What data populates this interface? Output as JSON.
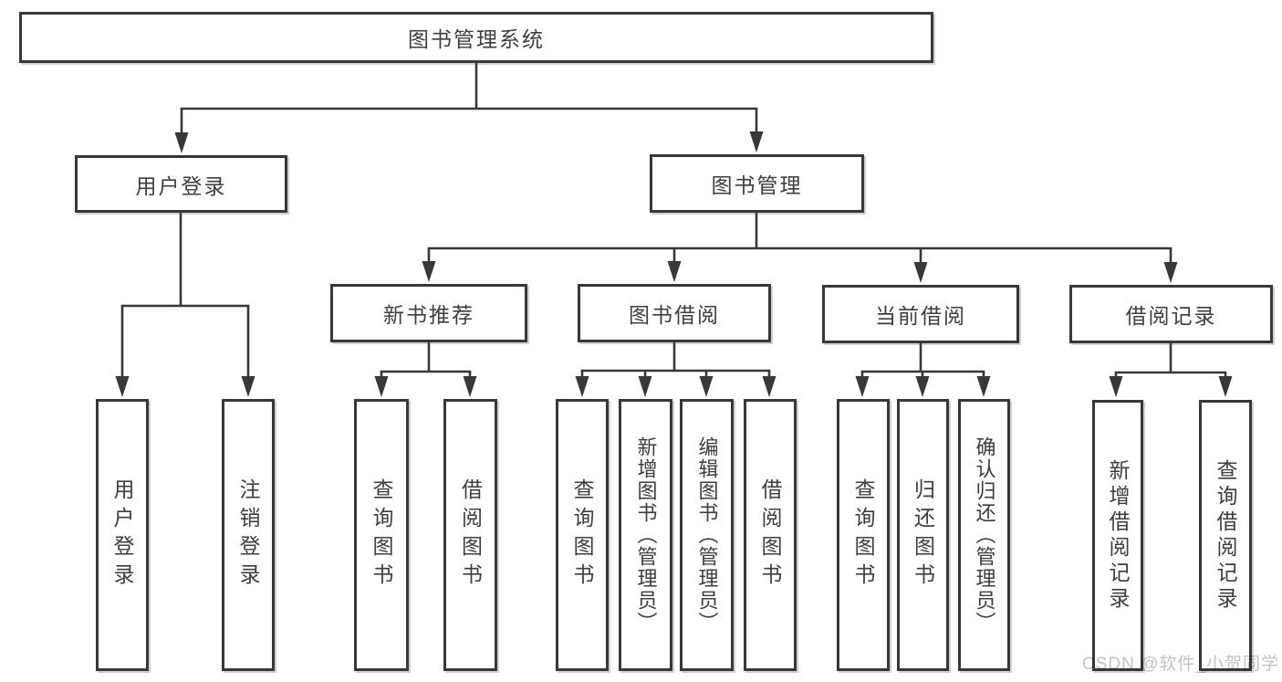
{
  "tree": {
    "root": {
      "label": "图书管理系统"
    },
    "level2": [
      {
        "label": "用户登录"
      },
      {
        "label": "图书管理"
      }
    ],
    "level3": [
      {
        "label": "新书推荐",
        "parent": "图书管理"
      },
      {
        "label": "图书借阅",
        "parent": "图书管理"
      },
      {
        "label": "当前借阅",
        "parent": "图书管理"
      },
      {
        "label": "借阅记录",
        "parent": "图书管理"
      }
    ],
    "level4": [
      {
        "label": "用户登录",
        "parent": "用户登录"
      },
      {
        "label": "注销登录",
        "parent": "用户登录"
      },
      {
        "label": "查询图书",
        "parent": "新书推荐"
      },
      {
        "label": "借阅图书",
        "parent": "新书推荐"
      },
      {
        "label": "查询图书",
        "parent": "图书借阅"
      },
      {
        "label": "新增图书（管理员）",
        "parent": "图书借阅"
      },
      {
        "label": "编辑图书（管理员）",
        "parent": "图书借阅"
      },
      {
        "label": "借阅图书",
        "parent": "图书借阅"
      },
      {
        "label": "查询图书",
        "parent": "当前借阅"
      },
      {
        "label": "归还图书",
        "parent": "当前借阅"
      },
      {
        "label": "确认归还（管理员）",
        "parent": "当前借阅"
      },
      {
        "label": "新增借阅记录",
        "parent": "借阅记录"
      },
      {
        "label": "查询借阅记录",
        "parent": "借阅记录"
      }
    ]
  },
  "watermark": "CSDN @软件_小贺同学",
  "colors": {
    "line": "#383838",
    "text": "#3e3e3e",
    "watermark": "#c3c3c3",
    "background": "#ffffff"
  }
}
